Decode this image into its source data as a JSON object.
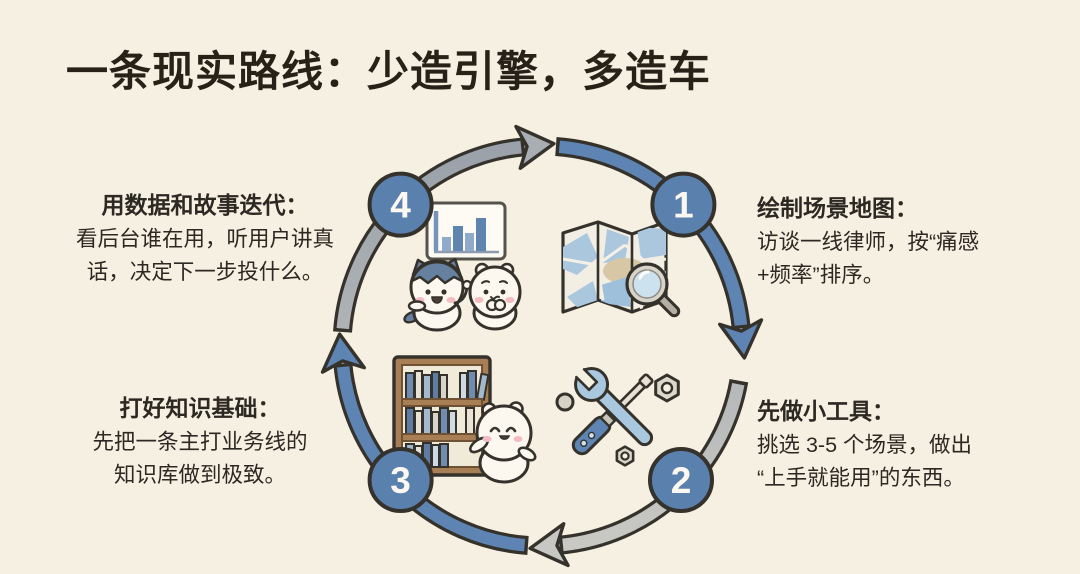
{
  "title": "一条现实路线：少造引擎，多造车",
  "cycle": {
    "steps": [
      {
        "number": "1",
        "heading": "绘制场景地图：",
        "body": "访谈一线律师，按“痛感\n+频率”排序。",
        "icon": "map-with-magnifier-icon"
      },
      {
        "number": "2",
        "heading": "先做小工具：",
        "body": "挑选 3-5 个场景，做出\n“上手就能用”的东西。",
        "icon": "crossed-tools-icon"
      },
      {
        "number": "3",
        "heading": "打好知识基础：",
        "body": "先把一条主打业务线的\n知识库做到极致。",
        "icon": "bookshelf-with-character-icon"
      },
      {
        "number": "4",
        "heading": "用数据和故事迭代：",
        "body": "看后台谁在用，听用户讲真\n话，决定下一步投什么。",
        "icon": "bar-chart-with-characters-icon"
      }
    ]
  },
  "colors": {
    "background": "#f6f0e2",
    "accent_blue": "#5d84b2",
    "arc_gray_top": "#9aa1aa",
    "arc_gray_bottom": "#c9c9c4",
    "outline": "#35322c",
    "text": "#2c2822",
    "title_text": "#272218"
  }
}
